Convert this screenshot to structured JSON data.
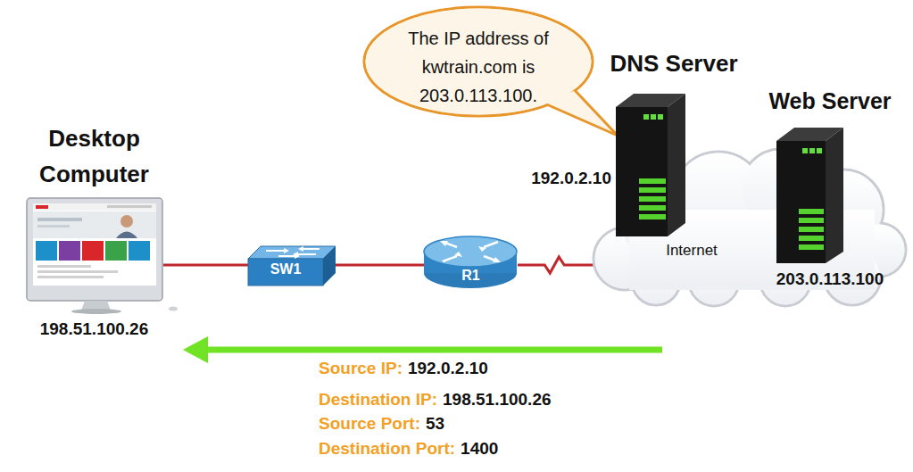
{
  "diagram": {
    "nodes": [
      {
        "text": [
          "Desktop Computer",
          "198.51.100.26"
        ]
      },
      {
        "text": [
          "SW1"
        ]
      },
      {
        "text": [
          "R1"
        ]
      },
      {
        "text": [
          "The IP address of kwtrain.com is 203.0.113.100."
        ]
      },
      {
        "text": [
          "DNS Server",
          "192.0.2.10"
        ]
      },
      {
        "text": [
          "Internet"
        ]
      },
      {
        "text": [
          "Web Server",
          "203.0.113.100"
        ]
      }
    ],
    "edges": [
      {
        "from": 0,
        "to": 1,
        "arrow": "none"
      },
      {
        "from": 1,
        "to": 2,
        "arrow": "none"
      },
      {
        "from": 2,
        "to": 5,
        "arrow": "none"
      }
    ],
    "labels": [
      "Source IP:",
      "192.0.2.10",
      "Destination IP:",
      "198.51.100.26",
      "Source Port:",
      "53",
      "Destination Port:",
      "1400"
    ]
  }
}
